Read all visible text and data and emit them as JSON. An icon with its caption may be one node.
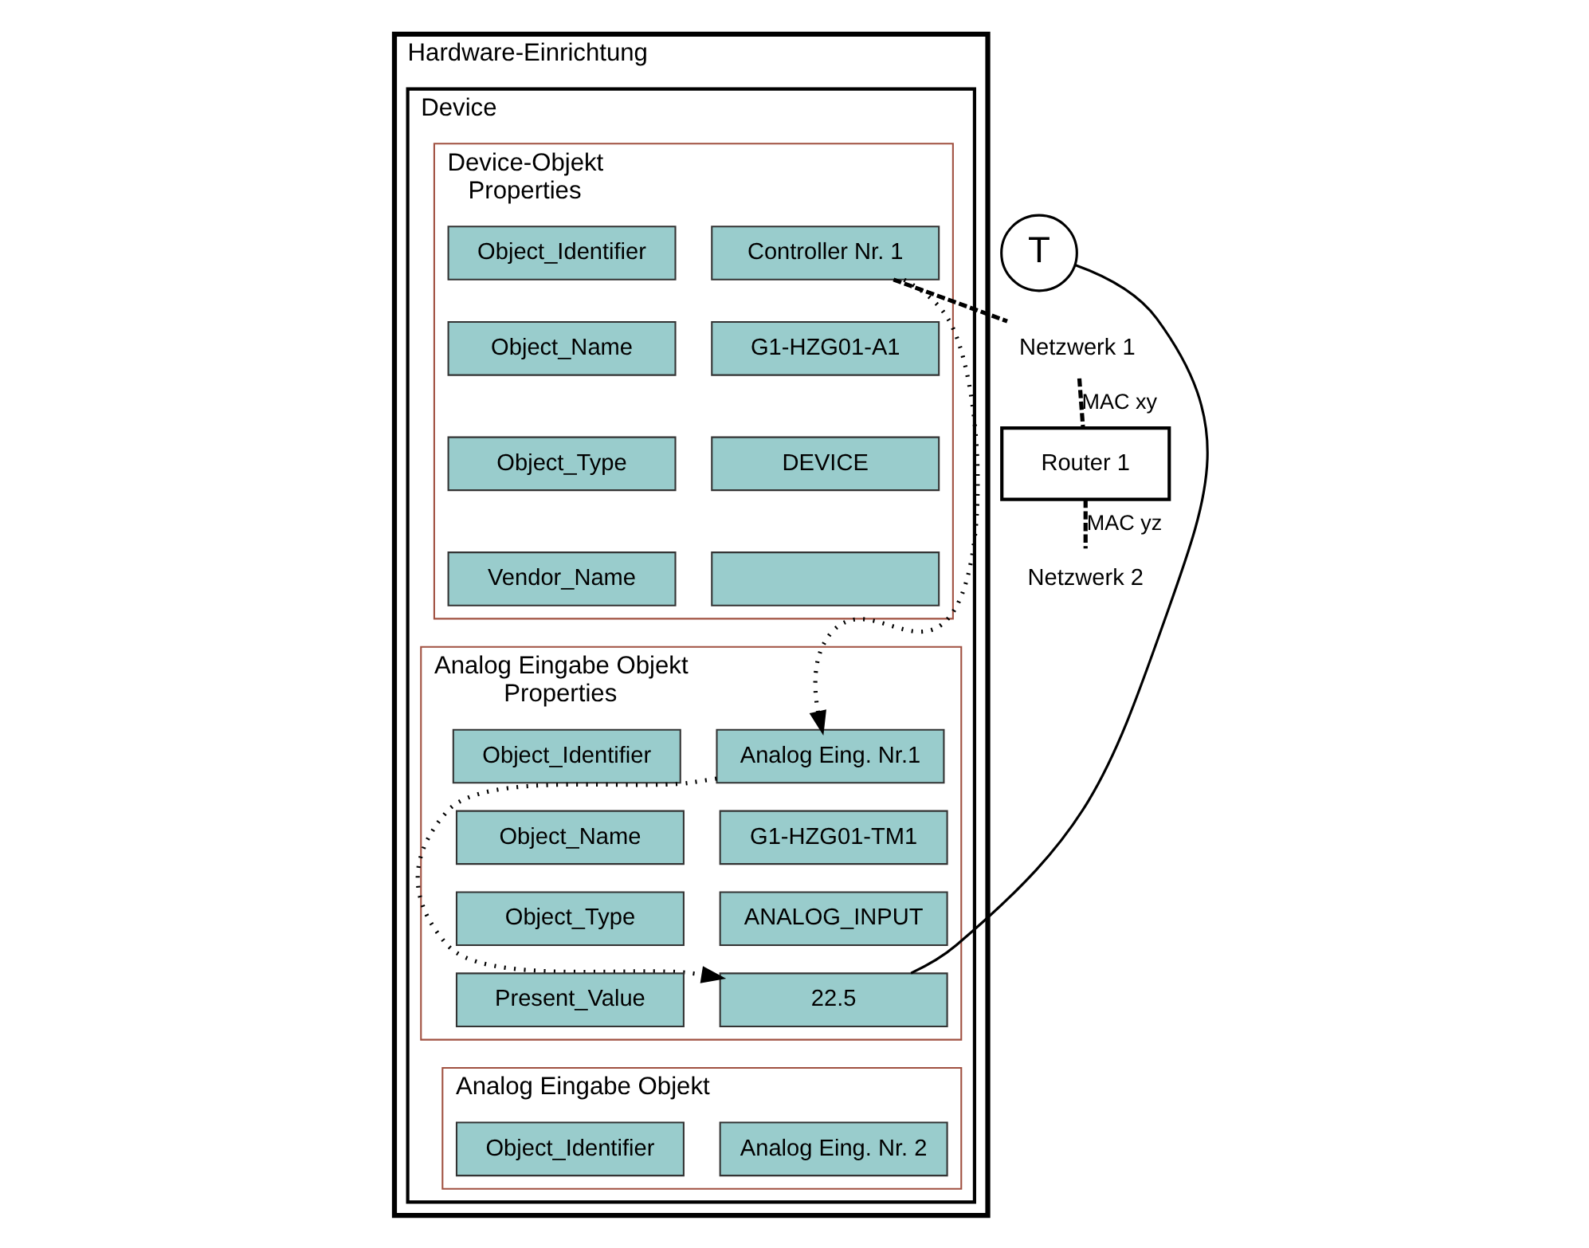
{
  "diagram": {
    "nodes": [
      {
        "text": [
          "Hardware-Einrichtung"
        ]
      },
      {
        "text": [
          "Device"
        ],
        "in": 0
      },
      {
        "text": [
          "Device-Objekt",
          "Properties"
        ],
        "in": 1
      },
      {
        "text": [
          "Object_Identifier"
        ],
        "in": 2
      },
      {
        "text": [
          "Controller Nr. 1"
        ],
        "in": 2
      },
      {
        "text": [
          "Object_Name"
        ],
        "in": 2
      },
      {
        "text": [
          "G1-HZG01-A1"
        ],
        "in": 2
      },
      {
        "text": [
          "Object_Type"
        ],
        "in": 2
      },
      {
        "text": [
          "DEVICE"
        ],
        "in": 2
      },
      {
        "text": [
          "Vendor_Name"
        ],
        "in": 2
      },
      {
        "text": [],
        "shape": "box",
        "in": 2
      },
      {
        "text": [
          "Analog Eingabe Objekt",
          "Properties"
        ],
        "in": 1
      },
      {
        "text": [
          "Object_Identifier"
        ],
        "in": 11
      },
      {
        "text": [
          "Analog Eing. Nr.1"
        ],
        "in": 11
      },
      {
        "text": [
          "Object_Name"
        ],
        "in": 11
      },
      {
        "text": [
          "G1-HZG01-TM1"
        ],
        "in": 11
      },
      {
        "text": [
          "Object_Type"
        ],
        "in": 11
      },
      {
        "text": [
          "ANALOG_INPUT"
        ],
        "in": 11
      },
      {
        "text": [
          "Present_Value"
        ],
        "in": 11
      },
      {
        "text": [
          "22.5"
        ],
        "in": 11
      },
      {
        "text": [
          "Analog Eingabe Objekt"
        ],
        "in": 1
      },
      {
        "text": [
          "Object_Identifier"
        ],
        "in": 20
      },
      {
        "text": [
          "Analog Eing. Nr. 2"
        ],
        "in": 20
      },
      {
        "text": [
          "Netzwerk 1"
        ]
      },
      {
        "text": [
          "Router 1"
        ]
      },
      {
        "text": [
          "Netzwerk 2"
        ]
      },
      {
        "text": [
          "T"
        ]
      }
    ],
    "edges": [
      {
        "from": 4,
        "to": 23,
        "arrow": "none",
        "style": "dashed"
      },
      {
        "from": 23,
        "to": 24,
        "arrow": "none",
        "style": "dashed",
        "label": "MAC xy"
      },
      {
        "from": 24,
        "to": 25,
        "arrow": "none",
        "style": "dashed",
        "label": "MAC yz"
      },
      {
        "from": 4,
        "to": 13,
        "arrow": "to",
        "style": "dashed"
      },
      {
        "from": 13,
        "to": 19,
        "arrow": "to",
        "style": "dashed"
      },
      {
        "from": 19,
        "to": 26,
        "arrow": "none"
      }
    ]
  }
}
